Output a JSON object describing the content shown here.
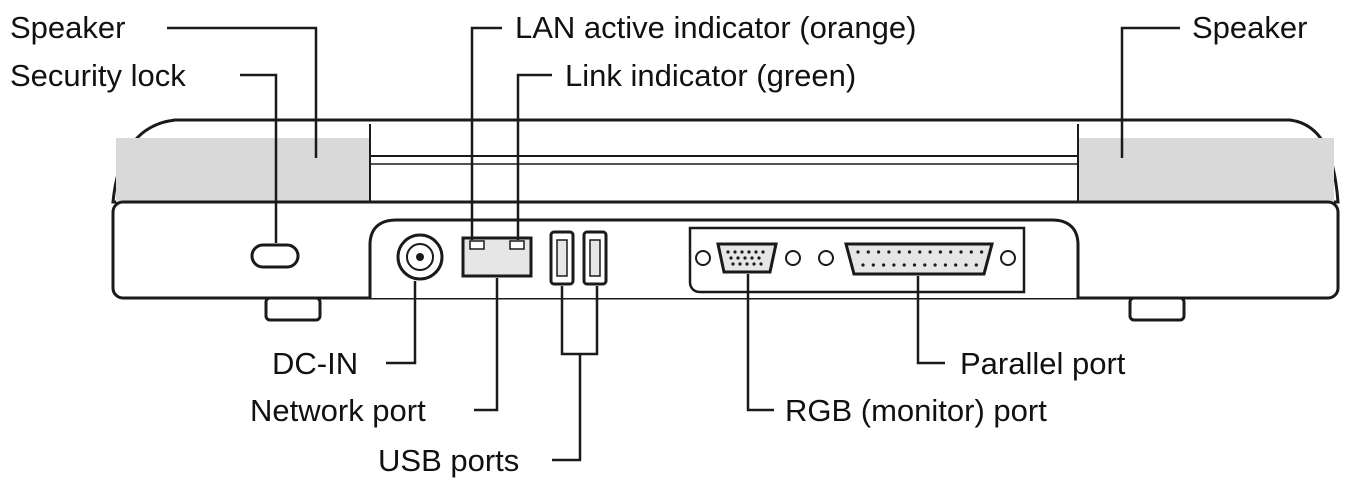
{
  "labels": {
    "speaker_left": "Speaker",
    "security_lock": "Security lock",
    "lan_active": "LAN active indicator (orange)",
    "link_indicator": "Link indicator (green)",
    "speaker_right": "Speaker",
    "dc_in": "DC-IN",
    "network_port": "Network port",
    "usb_ports": "USB ports",
    "parallel_port": "Parallel port",
    "rgb_port": "RGB (monitor) port"
  },
  "colors": {
    "line": "#1a1a1a",
    "speaker_fill": "#d9d9d9",
    "body_fill": "#ffffff",
    "port_fill": "#e6e6e6"
  }
}
